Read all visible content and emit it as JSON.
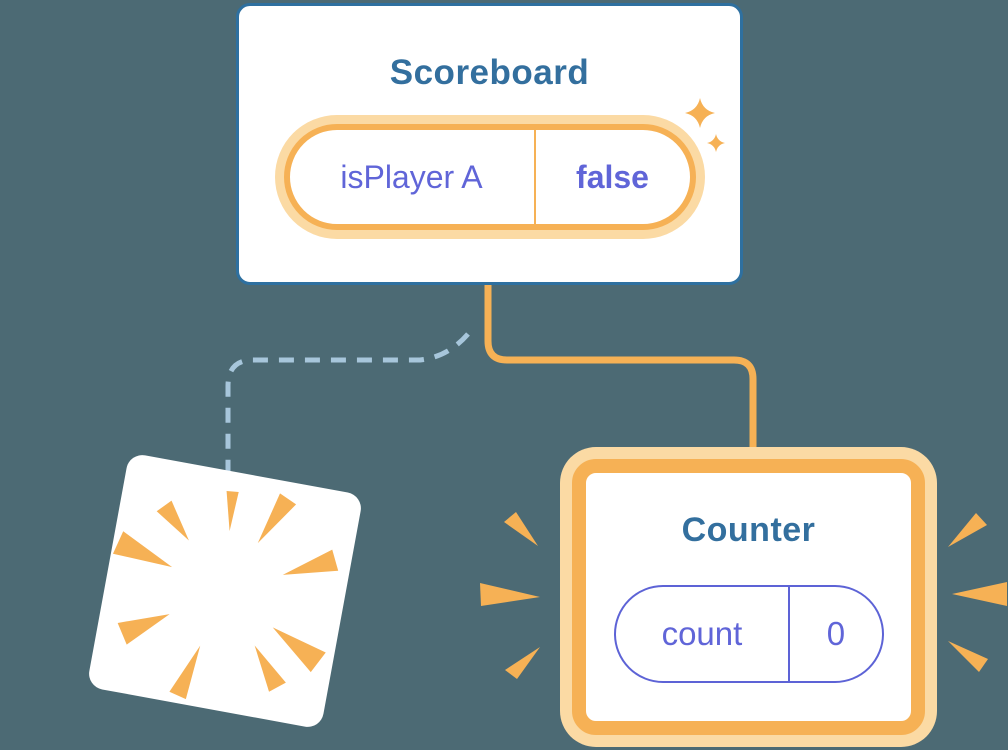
{
  "scoreboard": {
    "title": "Scoreboard",
    "state_pill": {
      "key": "isPlayer A",
      "value": "false"
    },
    "sparkles_icon": "sparkles-icon"
  },
  "counter": {
    "title": "Counter",
    "state_pill": {
      "key": "count",
      "value": "0"
    },
    "rays_icon": "emphasis-rays-icon"
  },
  "poof": {
    "burst_icon": "poof-burst-icon"
  },
  "connectors": {
    "kept_branch": "solid-orange",
    "removed_branch": "dashed-blue"
  },
  "colors": {
    "background": "#4c6a74",
    "card_bg": "#ffffff",
    "card_border_blue": "#2e70a0",
    "title_blue": "#336f9e",
    "accent_orange": "#f6b155",
    "accent_orange_light": "#fbdaa4",
    "state_purple": "#6065d8",
    "state_purple_border": "#5d63d6",
    "dashed_line_blue": "#a7c6db"
  }
}
